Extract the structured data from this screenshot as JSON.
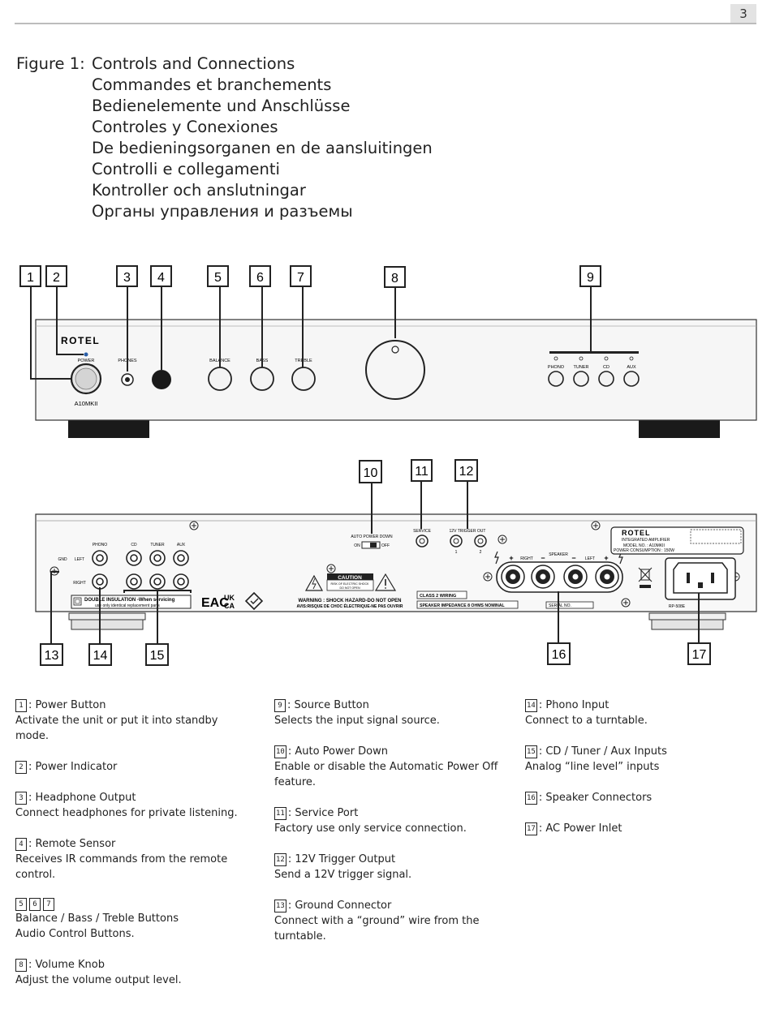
{
  "page_number": "3",
  "figure": {
    "label": "Figure 1:",
    "titles": [
      "Controls and Connections",
      "Commandes et branchements",
      "Bedienelemente und Anschlüsse",
      "Controles y Conexiones",
      "De bedieningsorganen en de aansluitingen",
      "Controlli e collegamenti",
      "Kontroller och anslutningar",
      "Органы управления и разъемы"
    ]
  },
  "front_panel": {
    "brand": "ROTEL",
    "model": "A10MKII",
    "labels": {
      "power": "POWER",
      "phones": "PHONES",
      "balance": "BALANCE",
      "bass": "BASS",
      "treble": "TREBLE",
      "phono": "PHONO",
      "tuner": "TUNER",
      "cd": "CD",
      "aux": "AUX"
    }
  },
  "rear_panel": {
    "labels": {
      "phono": "PHONO",
      "cd": "CD",
      "tuner": "TUNER",
      "aux": "AUX",
      "gnd": "GND",
      "left": "LEFT",
      "right": "RIGHT",
      "double_insulation": "DOUBLE INSULATION -When servicing",
      "double_insulation_2": "use only identical replacement parts",
      "auto_power_down": "AUTO POWER DOWN",
      "on": "ON",
      "off": "OFF",
      "service": "SERVICE",
      "trigger": "12V TRIGGER OUT",
      "trigger_1": "1",
      "trigger_2": "2",
      "caution": "CAUTION",
      "caution_sub": "RISK OF ELECTRIC SHOCK",
      "caution_sub2": "DO NOT OPEN",
      "warning_en": "WARNING : SHOCK HAZARD-DO NOT OPEN",
      "warning_fr": "AVIS:RISQUE DE CHOC ÉLECTRIQUE-NE PAS OUVRIR",
      "class2": "CLASS 2 WIRING",
      "impedance": "SPEAKER  IMPEDANCE 8 OHMS NOMINAL",
      "speaker": "SPEAKER",
      "sp_right": "RIGHT",
      "sp_left": "LEFT",
      "serial": "SERIAL NO.",
      "brand": "ROTEL",
      "product": "INTEGRATED AMPLIFIER",
      "model_no": "MODEL NO. : A10MKII",
      "power_consumption": "POWER CONSUMPTION : 150W",
      "fuse": "RP-508E",
      "eac": "EAC",
      "ukca_1": "UK",
      "ukca_2": "CA"
    }
  },
  "callouts": [
    "1",
    "2",
    "3",
    "4",
    "5",
    "6",
    "7",
    "8",
    "9",
    "10",
    "11",
    "12",
    "13",
    "14",
    "15",
    "16",
    "17"
  ],
  "legend": {
    "col1": [
      {
        "num": "1",
        "title": ": Power Button",
        "desc": "Activate the unit or put it into standby mode."
      },
      {
        "num": "2",
        "title": ": Power Indicator",
        "desc": ""
      },
      {
        "num": "3",
        "title": ": Headphone Output",
        "desc": "Connect headphones for private listening."
      },
      {
        "num": "4",
        "title": ": Remote Sensor",
        "desc": "Receives IR commands from the remote control."
      },
      {
        "nums": [
          "5",
          "6",
          "7"
        ],
        "title": "Balance / Bass / Treble Buttons",
        "desc": "Audio Control Buttons."
      },
      {
        "num": "8",
        "title": ": Volume Knob",
        "desc": "Adjust the volume output level."
      }
    ],
    "col2": [
      {
        "num": "9",
        "title": ": Source Button",
        "desc": "Selects the input signal source."
      },
      {
        "num": "10",
        "title": ": Auto Power Down",
        "desc": "Enable or disable the Automatic Power Off feature."
      },
      {
        "num": "11",
        "title": ": Service Port",
        "desc": "Factory use only service connection."
      },
      {
        "num": "12",
        "title": ": 12V Trigger Output",
        "desc": "Send a 12V trigger signal."
      },
      {
        "num": "13",
        "title": ": Ground Connector",
        "desc": "Connect with a “ground” wire from the turntable."
      }
    ],
    "col3": [
      {
        "num": "14",
        "title": ": Phono Input",
        "desc": "Connect to a turntable."
      },
      {
        "num": "15",
        "title": ": CD / Tuner / Aux Inputs",
        "desc": "Analog “line level” inputs"
      },
      {
        "num": "16",
        "title": ": Speaker Connectors",
        "desc": ""
      },
      {
        "num": "17",
        "title": ": AC Power Inlet",
        "desc": ""
      }
    ]
  }
}
